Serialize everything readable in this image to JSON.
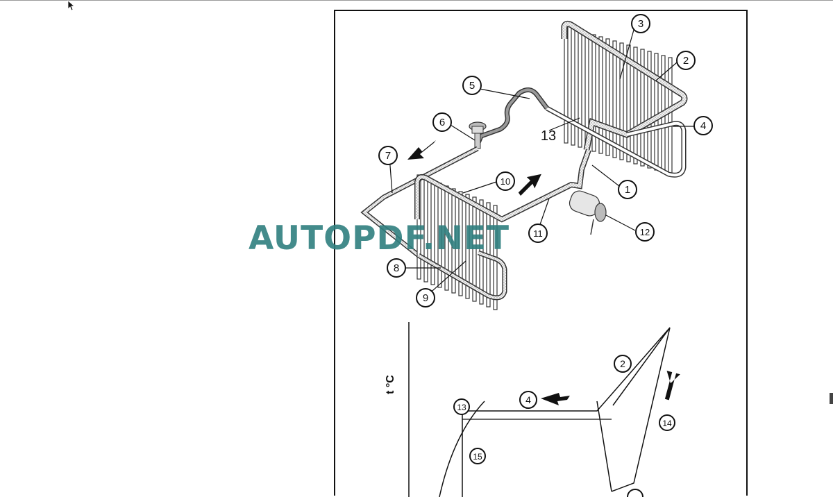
{
  "viewer": {
    "description_tag": "pdf-viewer"
  },
  "watermark": "AUTOPDF.NET",
  "callouts": {
    "c1": "1",
    "c2": "2",
    "c3": "3",
    "c4": "4",
    "c5": "5",
    "c6": "6",
    "c7": "7",
    "c8": "8",
    "c9": "9",
    "c10": "10",
    "c11": "11",
    "c12": "12",
    "c13_plain": "13"
  },
  "graph": {
    "axis_label": "t °C",
    "callouts": {
      "g2": "2",
      "g4": "4",
      "g13": "13",
      "g14": "14",
      "g15": "15"
    }
  },
  "colors": {
    "watermark": "#2f7f7f",
    "ink": "#111111"
  }
}
